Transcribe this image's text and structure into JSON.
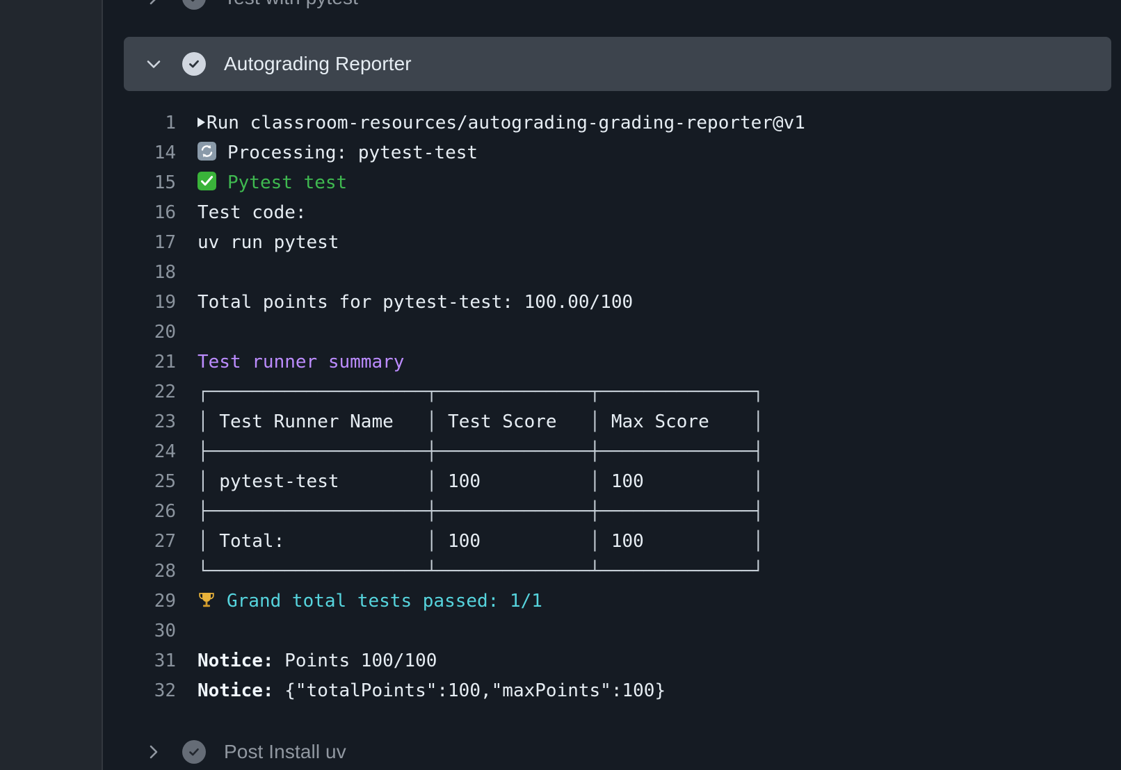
{
  "window": {
    "background": "#161b22",
    "log_background": "#151b23",
    "rail_background": "#22272e"
  },
  "steps": [
    {
      "name": "test-with-pytest",
      "label": "Test with pytest",
      "state": "collapsed",
      "status": "success",
      "chevron": "chevron-right-icon"
    },
    {
      "name": "autograding-reporter",
      "label": "Autograding Reporter",
      "state": "expanded",
      "status": "success",
      "chevron": "chevron-down-icon"
    },
    {
      "name": "post-install-uv",
      "label": "Post Install uv",
      "state": "collapsed",
      "status": "success",
      "chevron": "chevron-right-icon"
    }
  ],
  "colors": {
    "green": "#3fb950",
    "purple": "#bc8cff",
    "cyan": "#56d4dd",
    "text": "#e6edf3",
    "line_number": "#8b949e",
    "active_row": "#3d444d"
  },
  "log": {
    "lines": [
      {
        "no": "1",
        "text": "Run classroom-resources/autograding-grading-reporter@v1",
        "kind": "run"
      },
      {
        "no": "14",
        "text": "Processing: pytest-test",
        "kind": "emoji-refresh"
      },
      {
        "no": "15",
        "text": "Pytest test",
        "kind": "emoji-check",
        "color": "green"
      },
      {
        "no": "16",
        "text": "Test code:",
        "kind": "plain"
      },
      {
        "no": "17",
        "text": "uv run pytest",
        "kind": "plain"
      },
      {
        "no": "18",
        "text": "",
        "kind": "plain"
      },
      {
        "no": "19",
        "text": "Total points for pytest-test: 100.00/100",
        "kind": "plain"
      },
      {
        "no": "20",
        "text": "",
        "kind": "plain"
      },
      {
        "no": "21",
        "text": "Test runner summary",
        "kind": "plain",
        "color": "purple"
      },
      {
        "no": "22",
        "text": "┌────────────────────┬──────────────┬──────────────┐",
        "kind": "box"
      },
      {
        "no": "23",
        "text": "│ Test Runner Name   │ Test Score   │ Max Score    │",
        "kind": "box-cells"
      },
      {
        "no": "24",
        "text": "├────────────────────┼──────────────┼──────────────┤",
        "kind": "box"
      },
      {
        "no": "25",
        "text": "│ pytest-test        │ 100          │ 100          │",
        "kind": "box-cells"
      },
      {
        "no": "26",
        "text": "├────────────────────┼──────────────┼──────────────┤",
        "kind": "box"
      },
      {
        "no": "27",
        "text": "│ Total:             │ 100          │ 100          │",
        "kind": "box-cells"
      },
      {
        "no": "28",
        "text": "└────────────────────┴──────────────┴──────────────┘",
        "kind": "box"
      },
      {
        "no": "29",
        "text": "Grand total tests passed: 1/1",
        "kind": "emoji-trophy",
        "color": "cyan"
      },
      {
        "no": "30",
        "text": "",
        "kind": "plain"
      },
      {
        "no": "31",
        "text": "Points 100/100",
        "kind": "notice",
        "prefix": "Notice:"
      },
      {
        "no": "32",
        "text": "{\"totalPoints\":100,\"maxPoints\":100}",
        "kind": "notice",
        "prefix": "Notice:"
      }
    ]
  },
  "summary_table": {
    "headers": [
      "Test Runner Name",
      "Test Score",
      "Max Score"
    ],
    "rows": [
      [
        "pytest-test",
        "100",
        "100"
      ],
      [
        "Total:",
        "100",
        "100"
      ]
    ]
  },
  "icons": {
    "refresh": "arrows-counterclockwise-icon",
    "check": "white-check-mark-icon",
    "trophy": "trophy-icon",
    "run": "run-triangle-icon"
  }
}
